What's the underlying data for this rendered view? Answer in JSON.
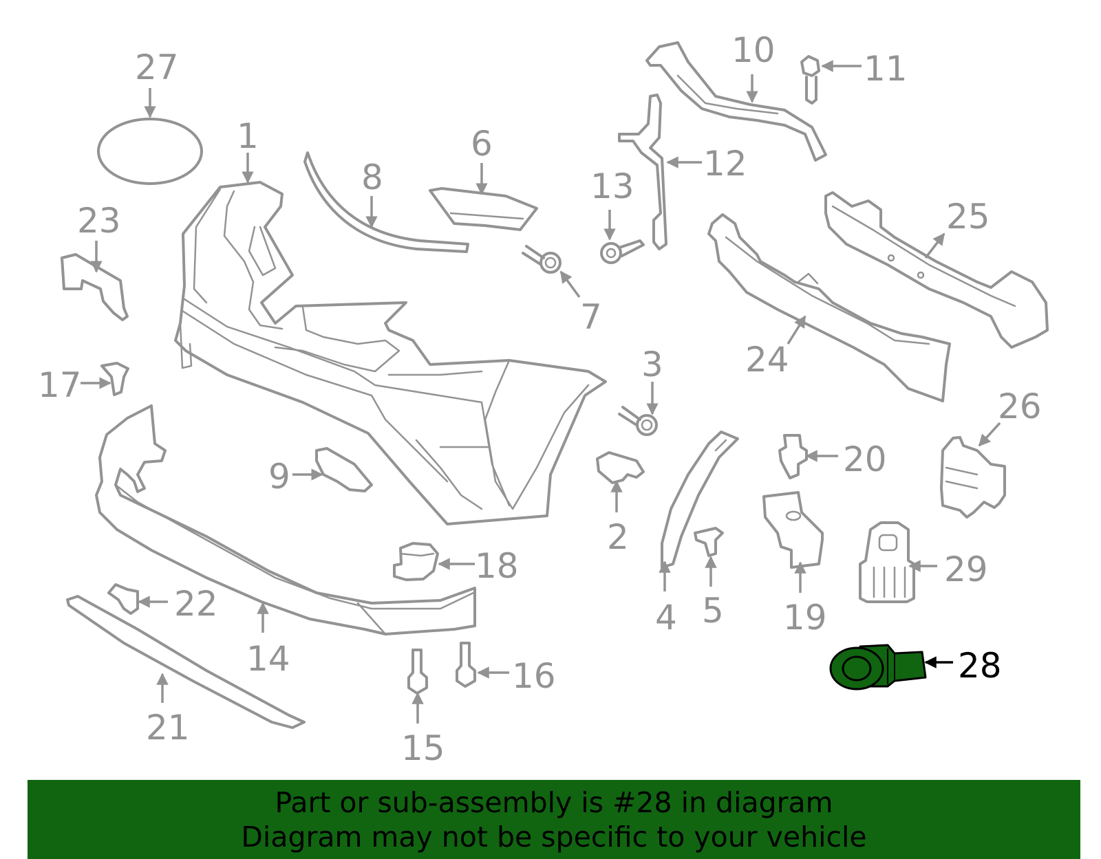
{
  "diagram": {
    "callouts": [
      {
        "id": "c1",
        "label": "1"
      },
      {
        "id": "c2",
        "label": "2"
      },
      {
        "id": "c3",
        "label": "3"
      },
      {
        "id": "c4",
        "label": "4"
      },
      {
        "id": "c5",
        "label": "5"
      },
      {
        "id": "c6",
        "label": "6"
      },
      {
        "id": "c7",
        "label": "7"
      },
      {
        "id": "c8",
        "label": "8"
      },
      {
        "id": "c9",
        "label": "9"
      },
      {
        "id": "c10",
        "label": "10"
      },
      {
        "id": "c11",
        "label": "11"
      },
      {
        "id": "c12",
        "label": "12"
      },
      {
        "id": "c13",
        "label": "13"
      },
      {
        "id": "c14",
        "label": "14"
      },
      {
        "id": "c15",
        "label": "15"
      },
      {
        "id": "c16",
        "label": "16"
      },
      {
        "id": "c17",
        "label": "17"
      },
      {
        "id": "c18",
        "label": "18"
      },
      {
        "id": "c19",
        "label": "19"
      },
      {
        "id": "c20",
        "label": "20"
      },
      {
        "id": "c21",
        "label": "21"
      },
      {
        "id": "c22",
        "label": "22"
      },
      {
        "id": "c23",
        "label": "23"
      },
      {
        "id": "c24",
        "label": "24"
      },
      {
        "id": "c25",
        "label": "25"
      },
      {
        "id": "c26",
        "label": "26"
      },
      {
        "id": "c27",
        "label": "27"
      },
      {
        "id": "c28",
        "label": "28"
      },
      {
        "id": "c29",
        "label": "29"
      }
    ],
    "highlighted_part": "28",
    "highlight_color": "#116511",
    "line_color": "#939393"
  },
  "banner": {
    "line1": "Part or sub-assembly is #28 in diagram",
    "line2": "Diagram may not be specific to your vehicle",
    "background": "#116511"
  }
}
